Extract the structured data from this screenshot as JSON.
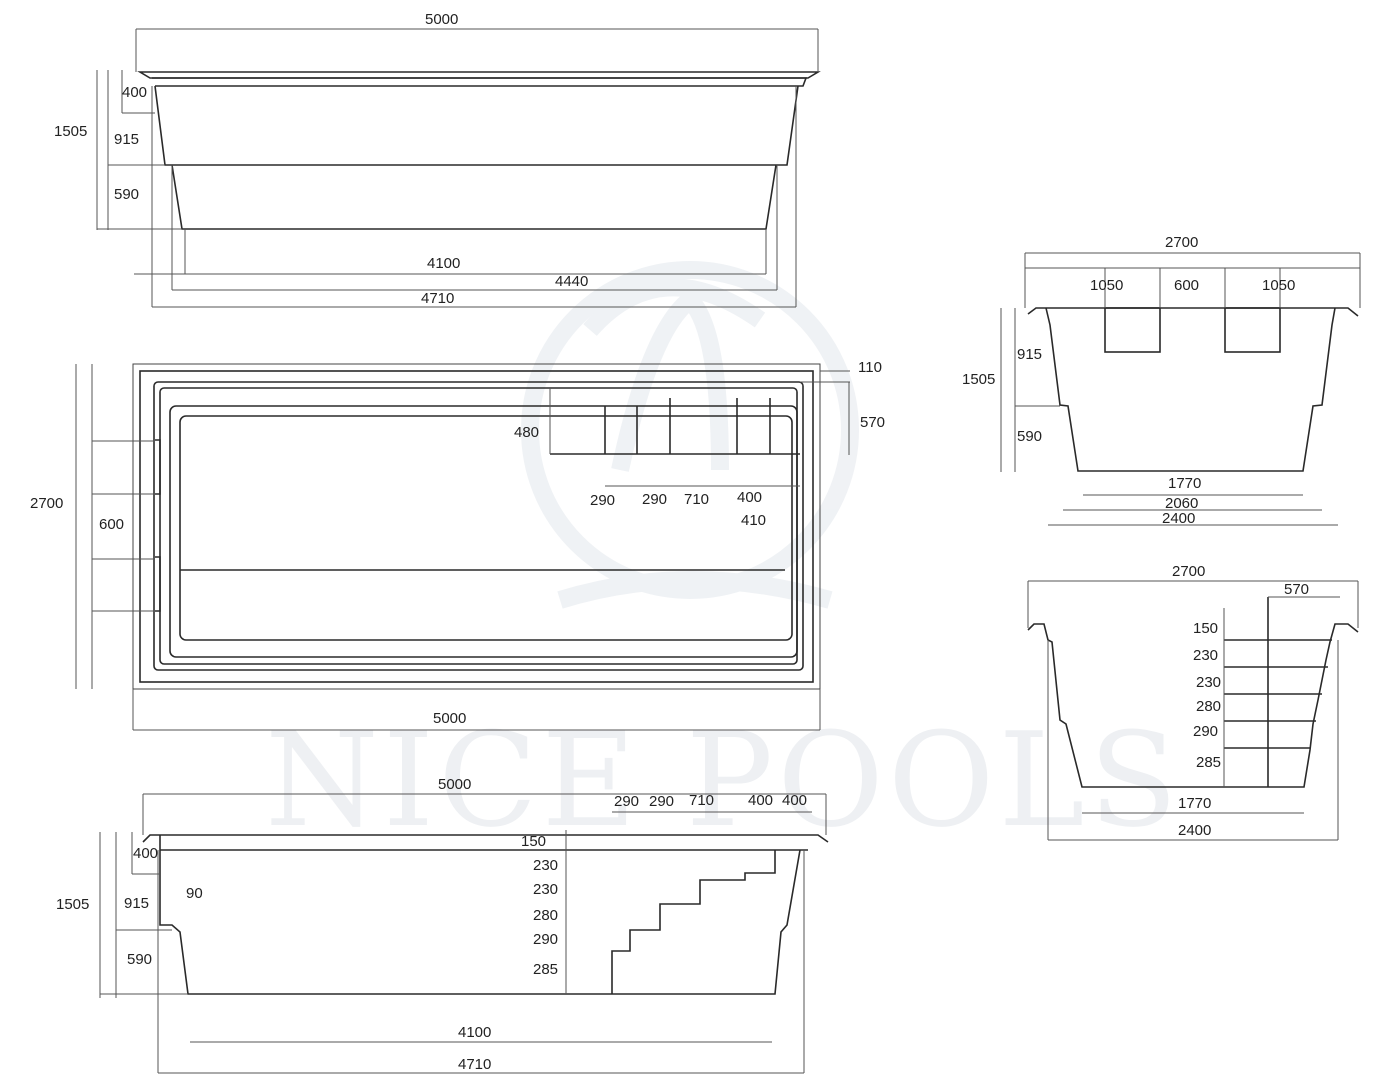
{
  "watermark": {
    "text": "NICE POOLS",
    "icon": "palm-tree-logo-icon"
  },
  "side_view_top": {
    "overall_length": "5000",
    "total_depth": "1505",
    "shelf_depth": "400",
    "upper_depth": "915",
    "lower_depth": "590",
    "floor_length": "4100",
    "mid_length": "4440",
    "body_length": "4710"
  },
  "plan_view": {
    "overall_length": "5000",
    "overall_width": "2700",
    "bench_width": "600",
    "coping_width": "110",
    "step_zone_width": "570",
    "step_depth": "480",
    "step_widths": [
      "290",
      "290",
      "710",
      "400"
    ],
    "side_offset": "410"
  },
  "side_view_bottom": {
    "overall_length": "5000",
    "total_depth": "1505",
    "shelf_depth": "400",
    "upper_depth": "915",
    "lower_depth": "590",
    "wall_offset": "90",
    "step_widths": [
      "290",
      "290",
      "710",
      "400",
      "400"
    ],
    "step_heights": [
      "150",
      "230",
      "230",
      "280",
      "290",
      "285"
    ],
    "floor_length": "4100",
    "body_length": "4710"
  },
  "end_view_benches": {
    "overall_width": "2700",
    "bench_splits": [
      "1050",
      "600",
      "1050"
    ],
    "total_depth": "1505",
    "upper_depth": "915",
    "lower_depth": "590",
    "floor_width": "1770",
    "mid_width": "2060",
    "body_width": "2400"
  },
  "end_view_steps": {
    "overall_width": "2700",
    "step_zone_width": "570",
    "step_heights": [
      "150",
      "230",
      "230",
      "280",
      "290",
      "285"
    ],
    "floor_width": "1770",
    "body_width": "2400"
  }
}
